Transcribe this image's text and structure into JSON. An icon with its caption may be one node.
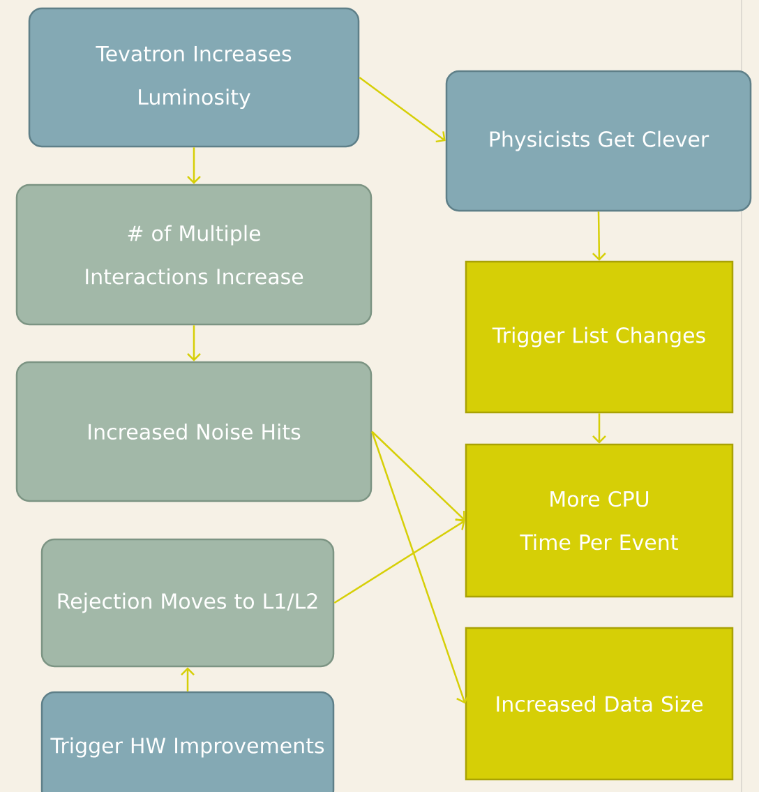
{
  "diagram": {
    "nodes": [
      {
        "text": [
          "Tevatron Increases Luminosity"
        ]
      },
      {
        "text": [
          "Physicists Get Clever"
        ]
      },
      {
        "text": [
          "# of Multiple Interactions Increase"
        ]
      },
      {
        "text": [
          "Trigger List Changes"
        ]
      },
      {
        "text": [
          "Increased Noise Hits"
        ]
      },
      {
        "text": [
          "More CPU Time Per Event"
        ]
      },
      {
        "text": [
          "Rejection Moves to L1/L2"
        ]
      },
      {
        "text": [
          "Increased Data Size"
        ]
      },
      {
        "text": [
          "Trigger HW Improvements"
        ]
      }
    ],
    "edges": [
      {
        "from": 0,
        "to": 1,
        "arrow": "to"
      },
      {
        "from": 0,
        "to": 2,
        "arrow": "to"
      },
      {
        "from": 1,
        "to": 3,
        "arrow": "to"
      },
      {
        "from": 2,
        "to": 4,
        "arrow": "to"
      },
      {
        "from": 3,
        "to": 5,
        "arrow": "to"
      },
      {
        "from": 4,
        "to": 5,
        "arrow": "to"
      },
      {
        "from": 4,
        "to": 7,
        "arrow": "to"
      },
      {
        "from": 6,
        "to": 5,
        "arrow": "to"
      },
      {
        "from": 8,
        "to": 6,
        "arrow": "to"
      }
    ]
  }
}
